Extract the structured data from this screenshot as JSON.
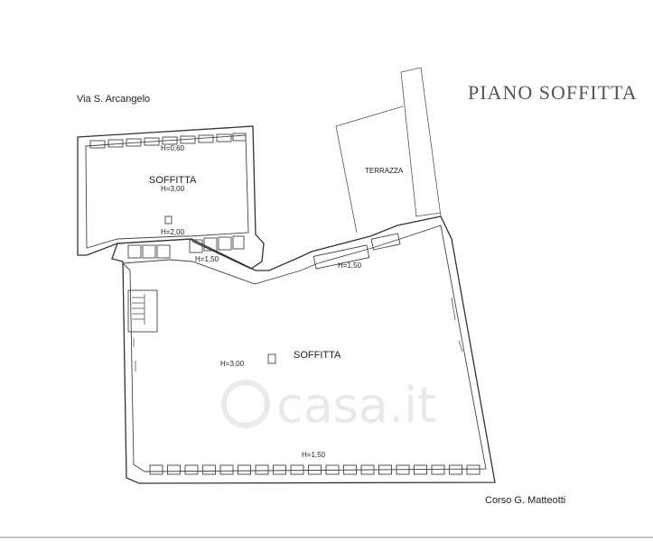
{
  "plan_title": "PIANO SOFFITTA",
  "streets": {
    "top": "Via S. Arcangelo",
    "bottom": "Corso G. Matteotti"
  },
  "rooms": {
    "upper_attic": {
      "name": "SOFFITTA",
      "height_center": "H=3,00",
      "height_top": "H=0,60",
      "height_bottom": "H=2,00"
    },
    "terrace": {
      "name": "TERRAZZA"
    },
    "main_attic": {
      "name": "SOFFITTA",
      "height_center": "H=3,00",
      "height_edge": "H=1,50"
    }
  },
  "step_heights": {
    "left": "H=1,50",
    "right": "H=1,50"
  },
  "watermark": "casa.it"
}
